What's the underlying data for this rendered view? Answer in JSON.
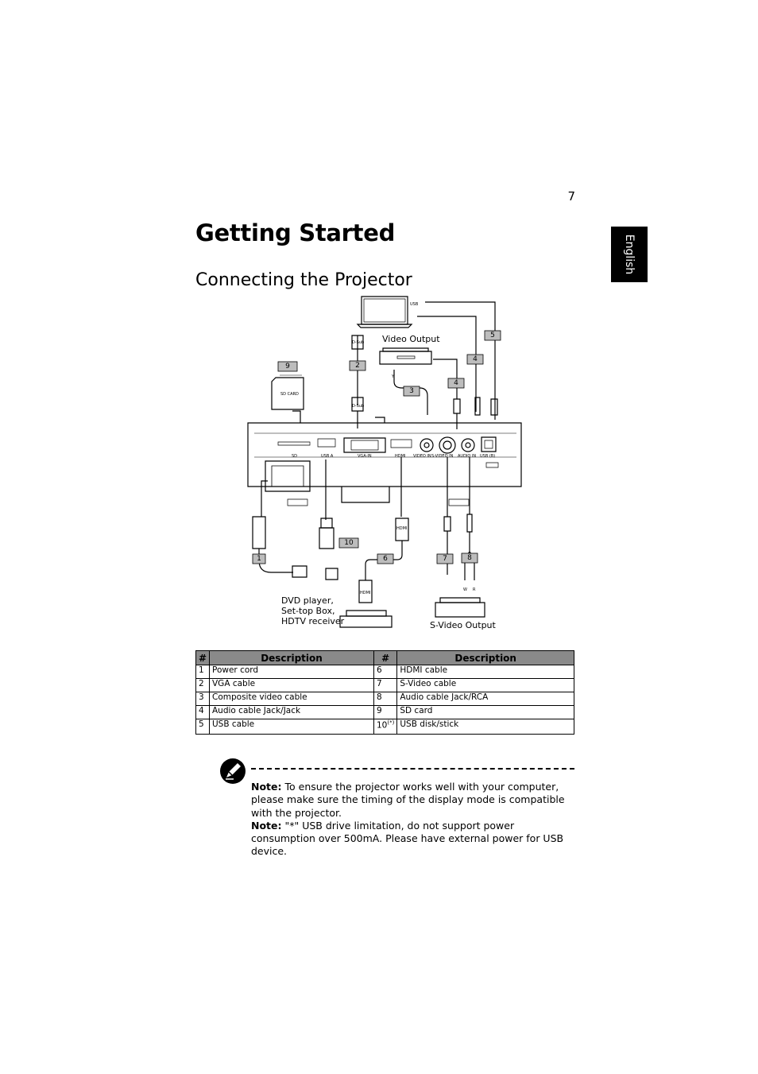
{
  "page": {
    "number": "7",
    "title": "Getting Started",
    "section": "Connecting the Projector",
    "language_tab": "English"
  },
  "diagram": {
    "labels": {
      "video_output": "Video Output",
      "s_video_output": "S-Video Output",
      "dvd_line1": "DVD player,",
      "dvd_line2": "Set-top Box,",
      "dvd_line3": "HDTV receiver"
    },
    "tiny_labels": {
      "usb": "USB",
      "dsub": "D-Sub",
      "sd_card": "SD CARD",
      "hdmi": "HDMI",
      "sd": "SD",
      "usb_a": "USB A",
      "vga_in": "VGA-IN",
      "hdmi_port": "HDMI",
      "video_in": "VIDEO IN",
      "svideo_in": "S-VIDEO IN",
      "audio_in": "AUDIO IN",
      "usb_b": "USB (B)",
      "y": "Y",
      "w": "W",
      "r": "R"
    },
    "callouts": [
      "1",
      "2",
      "3",
      "4",
      "4",
      "5",
      "6",
      "7",
      "8",
      "9",
      "10"
    ]
  },
  "table": {
    "headers": [
      "#",
      "Description",
      "#",
      "Description"
    ],
    "rows": [
      {
        "n1": "1",
        "d1": "Power cord",
        "n2": "6",
        "d2": "HDMI cable"
      },
      {
        "n1": "2",
        "d1": "VGA cable",
        "n2": "7",
        "d2": "S-Video cable"
      },
      {
        "n1": "3",
        "d1": "Composite video cable",
        "n2": "8",
        "d2": "Audio cable Jack/RCA"
      },
      {
        "n1": "4",
        "d1": "Audio cable Jack/Jack",
        "n2": "9",
        "d2": "SD card"
      },
      {
        "n1": "5",
        "d1": "USB cable",
        "n2": "10",
        "n2_sup": "(*)",
        "d2": "USB disk/stick"
      }
    ]
  },
  "notes": [
    {
      "label": "Note:",
      "text": "To ensure the projector works well with your computer, please make sure the timing of the display mode is compatible with the projector."
    },
    {
      "label": "Note:",
      "text": "\"*\" USB drive limitation, do not support power consumption over 500mA. Please have external power for USB device."
    }
  ]
}
